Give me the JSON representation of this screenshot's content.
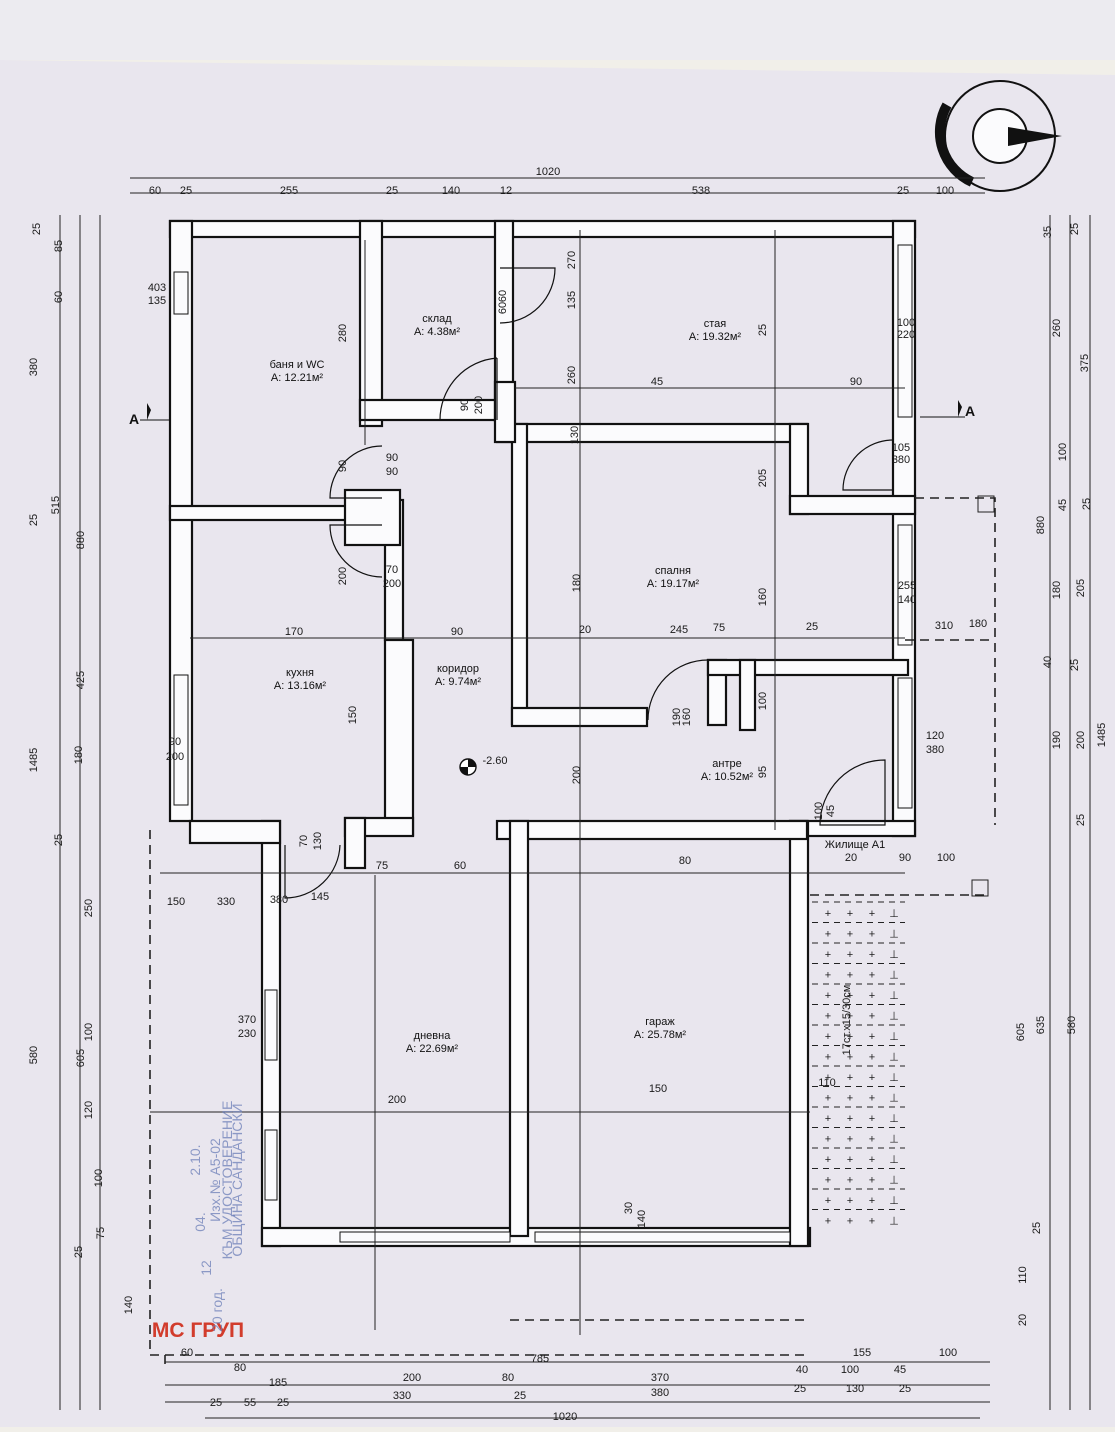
{
  "rooms": [
    {
      "name": "баня и WC",
      "area": "А: 12.21м²"
    },
    {
      "name": "склад",
      "area": "А: 4.38м²"
    },
    {
      "name": "стая",
      "area": "А: 19.32м²"
    },
    {
      "name": "спалня",
      "area": "А: 19.17м²"
    },
    {
      "name": "кухня",
      "area": "А: 13.16м²"
    },
    {
      "name": "коридор",
      "area": "А: 9.74м²"
    },
    {
      "name": "антре",
      "area": "А: 10.52м²"
    },
    {
      "name": "дневна",
      "area": "А: 22.69м²"
    },
    {
      "name": "гараж",
      "area": "А: 25.78м²"
    }
  ],
  "labels": {
    "level": "-2.60",
    "dwelling": "Жилище А1",
    "stairs": "17ст.х15/30см",
    "section": "A",
    "brand": "МС ГРУП"
  },
  "stamp": [
    "ОБЩИНА САНДАНСКИ",
    "КЪМ УДОСТОВЕРЕНИЕ",
    "Изх.№ А5-02",
    "2.10.",
    "04.",
    "12",
    "20 год."
  ],
  "dims": {
    "top_total": "1020",
    "top_row": [
      "60",
      "25",
      "255",
      "25",
      "140",
      "12",
      "538",
      "25",
      "100"
    ],
    "bottom_outer": [
      "60",
      "80",
      "785",
      "155",
      "100"
    ],
    "bottom_mid": [
      "185",
      "200",
      "80",
      "370",
      "40",
      "100",
      "45"
    ],
    "bottom_inner": [
      "25",
      "55",
      "25",
      "330",
      "25",
      "380",
      "25",
      "130",
      "25"
    ],
    "bottom_total": "1020",
    "left_outer": [
      "380",
      "1485",
      "580"
    ],
    "left_a": [
      "515",
      "880",
      "425",
      "605"
    ],
    "left_b": [
      "25",
      "85",
      "60",
      "25",
      "180",
      "25",
      "250",
      "100",
      "120",
      "100",
      "75",
      "25",
      "140"
    ],
    "right_outer": [
      "375",
      "1485"
    ],
    "right_a": [
      "880",
      "605",
      "635"
    ],
    "right_b": [
      "35",
      "25",
      "260",
      "100",
      "45",
      "25",
      "180",
      "205",
      "40",
      "25",
      "190",
      "200",
      "25",
      "580",
      "25",
      "110",
      "20"
    ],
    "interior": [
      "280",
      "90",
      "90",
      "90",
      "200",
      "70",
      "200",
      "90",
      "200",
      "60",
      "60",
      "403",
      "135",
      "45",
      "90",
      "270",
      "135",
      "25",
      "260",
      "130",
      "100",
      "220",
      "105",
      "380",
      "205",
      "180",
      "160",
      "255",
      "140",
      "170",
      "90",
      "20",
      "245",
      "75",
      "25",
      "310",
      "180",
      "150",
      "90",
      "200",
      "70",
      "130",
      "190",
      "160",
      "100",
      "200",
      "95",
      "120",
      "380",
      "100",
      "45",
      "75",
      "60",
      "80",
      "20",
      "90",
      "100",
      "150",
      "330",
      "380",
      "145",
      "370",
      "230",
      "200",
      "150",
      "110",
      "30",
      "140"
    ]
  }
}
